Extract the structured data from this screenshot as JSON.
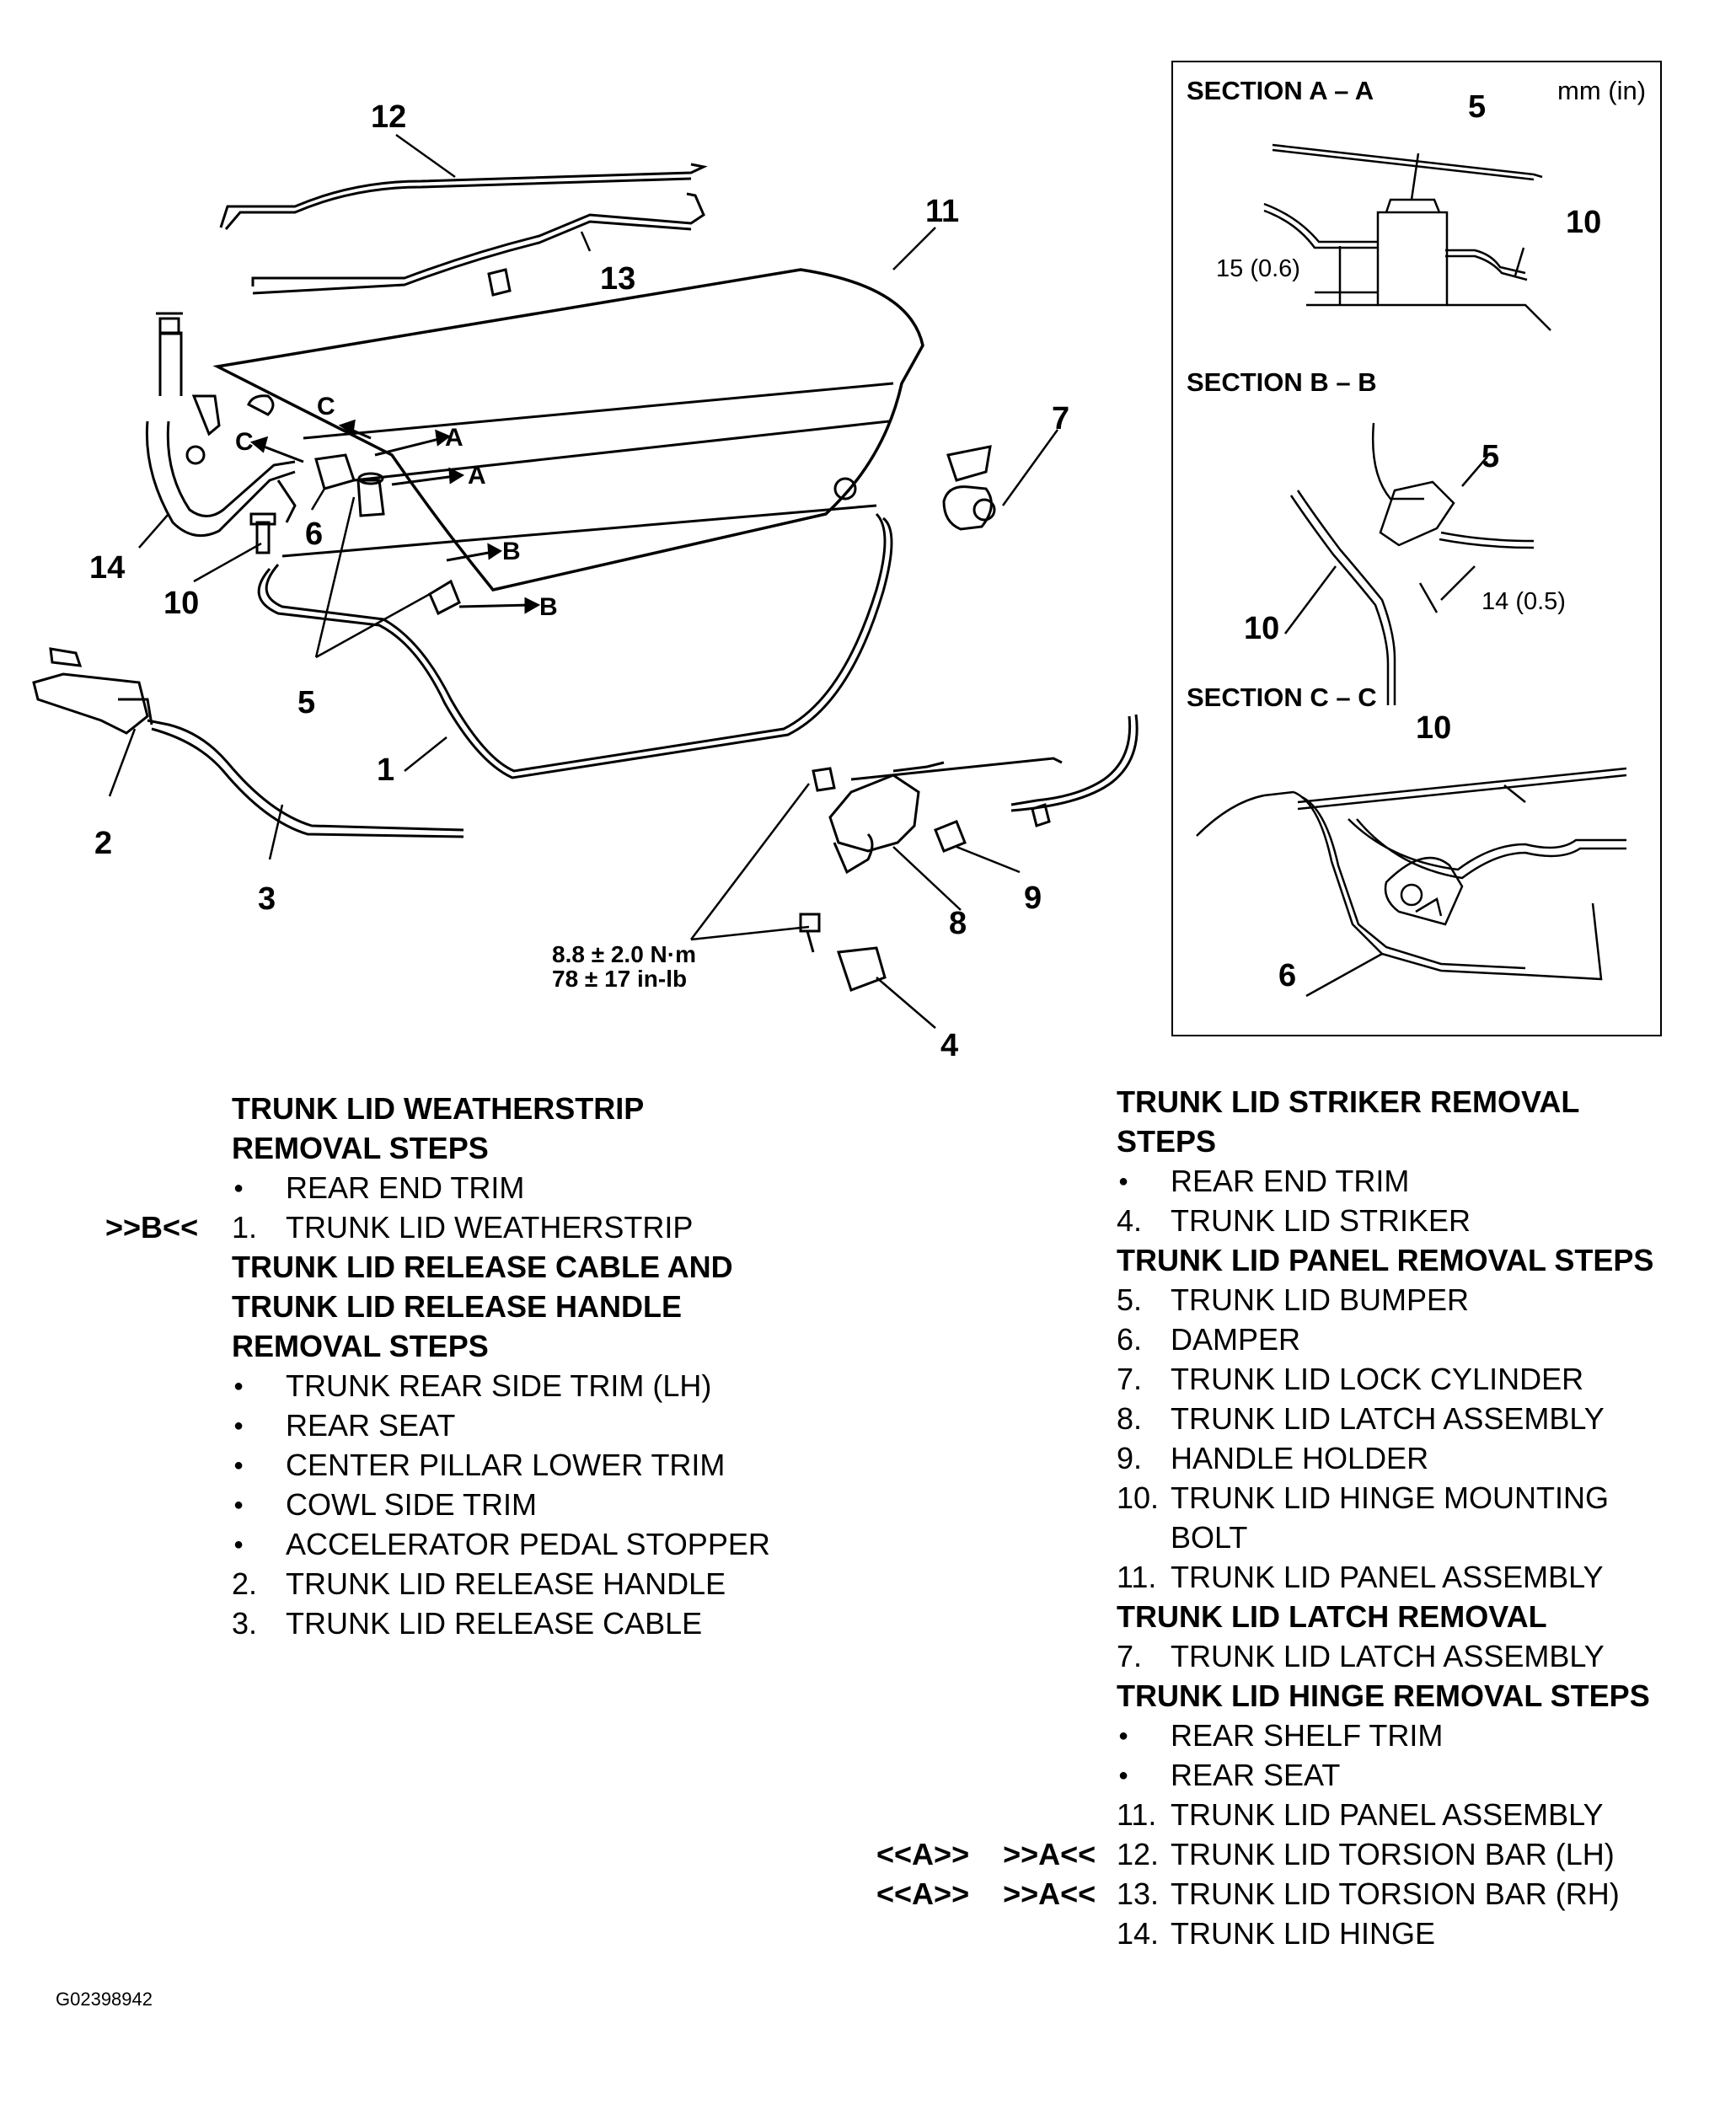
{
  "callouts": {
    "c1": "1",
    "c2": "2",
    "c3": "3",
    "c4": "4",
    "c5": "5",
    "c6": "6",
    "c7": "7",
    "c8": "8",
    "c9": "9",
    "c10": "10",
    "c11": "11",
    "c12": "12",
    "c13": "13",
    "c14": "14"
  },
  "section_markers": {
    "a": "A",
    "b": "B",
    "c": "C"
  },
  "torque_spec": {
    "metric": "8.8 ± 2.0 N·m",
    "imperial": "78 ± 17 in-lb"
  },
  "sections_panel": {
    "unit": "mm (in)",
    "section_aa": {
      "title": "SECTION A – A",
      "dimension": "15 (0.6)",
      "labels": [
        "5",
        "10"
      ]
    },
    "section_bb": {
      "title": "SECTION B – B",
      "dimension": "14 (0.5)",
      "labels": [
        "5",
        "10"
      ]
    },
    "section_cc": {
      "title": "SECTION C – C",
      "labels": [
        "10",
        "6"
      ]
    }
  },
  "procedures_left": [
    {
      "kind": "heading",
      "text": "TRUNK LID WEATHERSTRIP"
    },
    {
      "kind": "heading",
      "text": "REMOVAL STEPS"
    },
    {
      "kind": "bullet",
      "text": "REAR END TRIM"
    },
    {
      "kind": "step",
      "num": "1.",
      "text": "TRUNK LID WEATHERSTRIP",
      "tag": ">>B<<"
    },
    {
      "kind": "heading",
      "text": "TRUNK LID RELEASE CABLE AND"
    },
    {
      "kind": "heading",
      "text": "TRUNK LID RELEASE HANDLE"
    },
    {
      "kind": "heading",
      "text": "REMOVAL STEPS"
    },
    {
      "kind": "bullet",
      "text": "TRUNK REAR SIDE TRIM (LH)"
    },
    {
      "kind": "bullet",
      "text": "REAR SEAT"
    },
    {
      "kind": "bullet",
      "text": "CENTER PILLAR LOWER TRIM"
    },
    {
      "kind": "bullet",
      "text": "COWL SIDE TRIM"
    },
    {
      "kind": "bullet",
      "text": "ACCELERATOR PEDAL STOPPER"
    },
    {
      "kind": "step",
      "num": "2.",
      "text": "TRUNK LID RELEASE HANDLE"
    },
    {
      "kind": "step",
      "num": "3.",
      "text": "TRUNK LID RELEASE CABLE"
    }
  ],
  "procedures_right": [
    {
      "kind": "heading",
      "text": "TRUNK LID STRIKER REMOVAL"
    },
    {
      "kind": "heading",
      "text": "STEPS"
    },
    {
      "kind": "bullet",
      "text": "REAR END TRIM"
    },
    {
      "kind": "step",
      "num": "4.",
      "text": "TRUNK LID STRIKER"
    },
    {
      "kind": "heading",
      "text": "TRUNK LID PANEL REMOVAL STEPS"
    },
    {
      "kind": "step",
      "num": "5.",
      "text": "TRUNK LID BUMPER"
    },
    {
      "kind": "step",
      "num": "6.",
      "text": "DAMPER"
    },
    {
      "kind": "step",
      "num": "7.",
      "text": "TRUNK LID LOCK CYLINDER"
    },
    {
      "kind": "step",
      "num": "8.",
      "text": "TRUNK LID LATCH ASSEMBLY"
    },
    {
      "kind": "step",
      "num": "9.",
      "text": "HANDLE HOLDER"
    },
    {
      "kind": "step",
      "num": "10.",
      "text": "TRUNK LID HINGE MOUNTING"
    },
    {
      "kind": "cont",
      "text": "BOLT"
    },
    {
      "kind": "step",
      "num": "11.",
      "text": "TRUNK LID PANEL ASSEMBLY"
    },
    {
      "kind": "heading",
      "text": "TRUNK LID LATCH REMOVAL"
    },
    {
      "kind": "step",
      "num": "7.",
      "text": "TRUNK LID LATCH ASSEMBLY"
    },
    {
      "kind": "heading",
      "text": "TRUNK LID HINGE REMOVAL STEPS"
    },
    {
      "kind": "bullet",
      "text": "REAR SHELF TRIM"
    },
    {
      "kind": "bullet",
      "text": "REAR SEAT"
    },
    {
      "kind": "step",
      "num": "11.",
      "text": "TRUNK LID PANEL ASSEMBLY"
    },
    {
      "kind": "step",
      "num": "12.",
      "text": "TRUNK LID TORSION BAR (LH)",
      "tag": "<<A>>    >>A<<"
    },
    {
      "kind": "step",
      "num": "13.",
      "text": "TRUNK LID TORSION BAR (RH)",
      "tag": "<<A>>    >>A<<"
    },
    {
      "kind": "step",
      "num": "14.",
      "text": "TRUNK LID HINGE"
    }
  ],
  "figure_id": "G02398942"
}
